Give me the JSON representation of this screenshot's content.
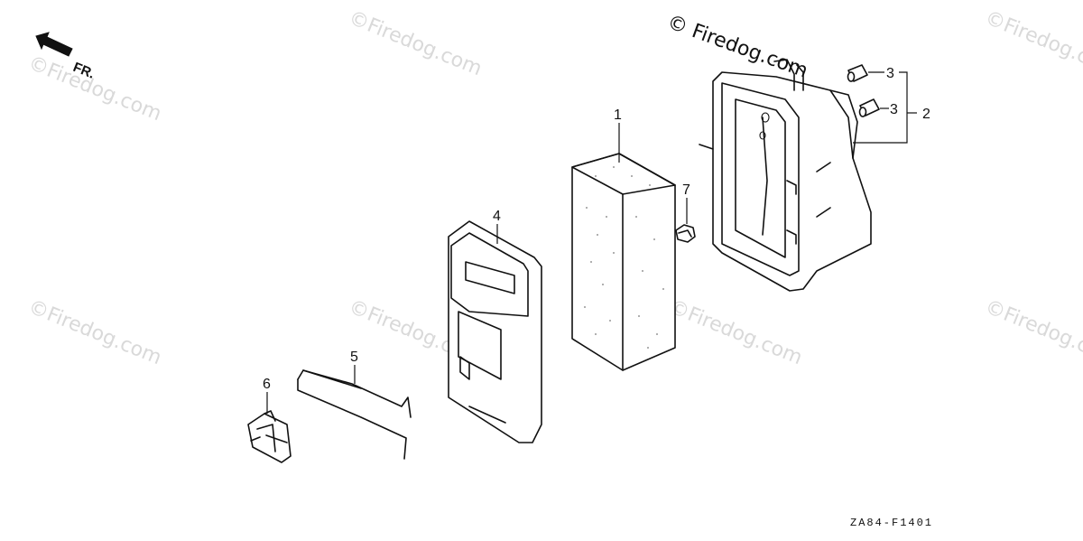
{
  "watermark": {
    "brand_text": "©Firedog.com",
    "header_text": "© Firedog.com"
  },
  "direction": {
    "label": "FR."
  },
  "callouts": [
    {
      "id": "1",
      "label": "1"
    },
    {
      "id": "2",
      "label": "2"
    },
    {
      "id": "3a",
      "label": "3"
    },
    {
      "id": "3b",
      "label": "3"
    },
    {
      "id": "4",
      "label": "4"
    },
    {
      "id": "5",
      "label": "5"
    },
    {
      "id": "6",
      "label": "6"
    },
    {
      "id": "7",
      "label": "7"
    }
  ],
  "diagram_code": "ZA84-F1401",
  "colors": {
    "line": "#111111",
    "watermark": "#d9d9d9",
    "background": "#ffffff"
  }
}
